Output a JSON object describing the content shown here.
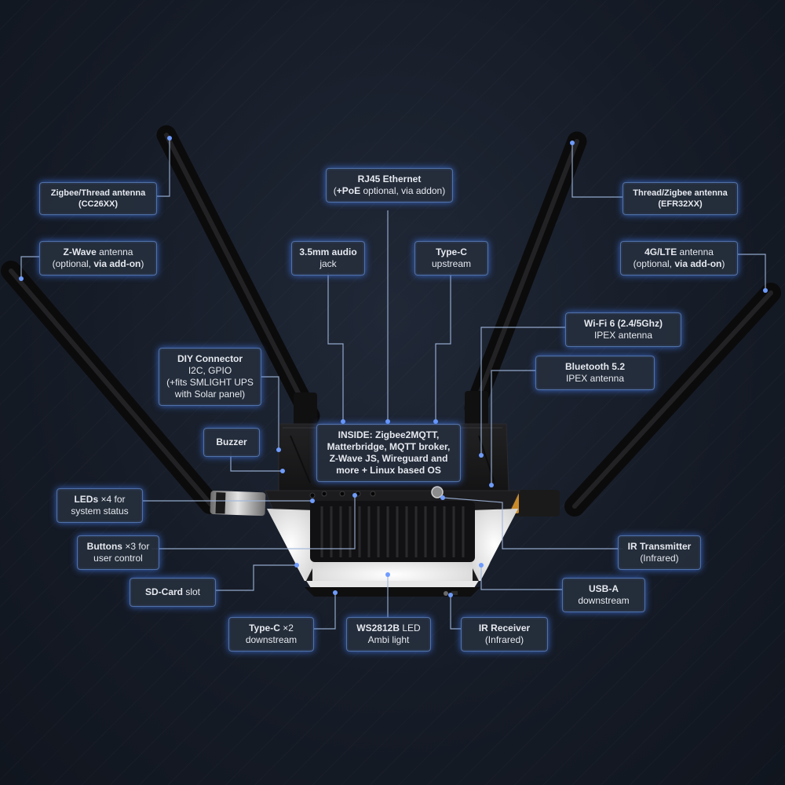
{
  "callouts": {
    "zigbee_thread": {
      "l1_bold": "Zigbee/Thread antenna",
      "l2_bold": "(CC26XX)"
    },
    "zwave": {
      "l1_bold": "Z-Wave",
      "l1_rest": " antenna",
      "l2_pre": "(optional, ",
      "l2_bold": "via add-on",
      "l2_post": ")"
    },
    "rj45": {
      "l1_bold": "RJ45 Ethernet",
      "l2_pre": "(",
      "l2_bold": "+PoE",
      "l2_post": " optional, via addon)"
    },
    "audio": {
      "l1_bold": "3.5mm audio",
      "l2": "jack"
    },
    "typec_up": {
      "l1_bold": "Type-C",
      "l2": "upstream"
    },
    "thread_zigbee": {
      "l1_bold": "Thread/Zigbee antenna",
      "l2_bold": "(EFR32XX)"
    },
    "lte": {
      "l1_bold": "4G/LTE",
      "l1_rest": " antenna",
      "l2_pre": "(optional, ",
      "l2_bold": "via add-on",
      "l2_post": ")"
    },
    "wifi": {
      "l1_bold": "Wi-Fi 6 (2.4/5Ghz)",
      "l2": "IPEX antenna"
    },
    "bluetooth": {
      "l1_bold": "Bluetooth 5.2",
      "l2": "IPEX antenna"
    },
    "diy": {
      "l1_bold": "DIY Connector",
      "l2": "I2C, GPIO",
      "l3": "(+fits SMLIGHT UPS",
      "l4": "with Solar panel)"
    },
    "buzzer": {
      "l1_bold": "Buzzer"
    },
    "inside": {
      "l1": "INSIDE: Zigbee2MQTT,",
      "l2": "Matterbridge, MQTT broker,",
      "l3": "Z-Wave JS, Wireguard and",
      "l4": "more + Linux based OS"
    },
    "leds": {
      "l1_bold": "LEDs",
      "l1_rest": " ×4 for",
      "l2": "system status"
    },
    "buttons": {
      "l1_bold": "Buttons",
      "l1_rest": " ×3 for",
      "l2": "user control"
    },
    "ir_tx": {
      "l1_bold": "IR Transmitter",
      "l2": "(Infrared)"
    },
    "sd": {
      "l1_bold": "SD-Card",
      "l1_rest": " slot"
    },
    "usb_a": {
      "l1_bold": "USB-A",
      "l2": "downstream"
    },
    "typec_down": {
      "l1_bold": "Type-C",
      "l1_rest": " ×2",
      "l2": "downstream"
    },
    "ws2812b": {
      "l1_bold": "WS2812B",
      "l1_rest": " LED",
      "l2": "Ambi light"
    },
    "ir_rx": {
      "l1_bold": "IR Receiver",
      "l2": "(Infrared)"
    }
  },
  "colors": {
    "background": "#161c27",
    "callout_glow": "#4682ff",
    "leader_line": "#9fb6dc",
    "device_body": "#1b1b1d",
    "ambient_light": "#f2f2f2"
  }
}
